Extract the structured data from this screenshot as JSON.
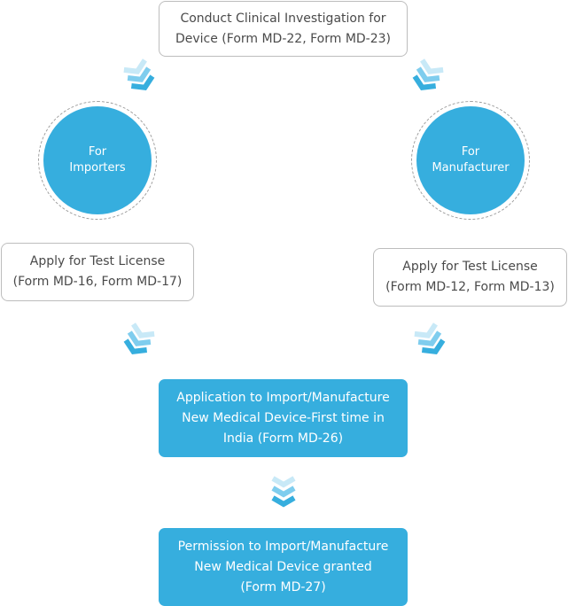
{
  "steps": {
    "clinical": {
      "line1": "Conduct Clinical Investigation for",
      "line2": "Device (Form MD-22, Form MD-23)"
    },
    "importers_circle": {
      "line1": "For",
      "line2": "Importers"
    },
    "manufacturer_circle": {
      "line1": "For",
      "line2": "Manufacturer"
    },
    "test_license_importers": {
      "line1": "Apply for Test License",
      "line2": "(Form MD-16, Form MD-17)"
    },
    "test_license_manufacturer": {
      "line1": "Apply for Test License",
      "line2": "(Form MD-12, Form MD-13)"
    },
    "application": {
      "line1": "Application to Import/Manufacture",
      "line2": "New Medical Device-First time in",
      "line3": "India (Form MD-26)"
    },
    "permission": {
      "line1": "Permission to Import/Manufacture",
      "line2": "New Medical Device granted",
      "line3": "(Form MD-27)"
    }
  },
  "colors": {
    "accent": "#36aede",
    "arrow_light": "#c8e9f7",
    "arrow_mid": "#7fcdee",
    "arrow_dark": "#36aede",
    "border": "#bdbdbd",
    "text": "#4a4a4a"
  },
  "icons": {
    "arrow": "triple-chevron-down-icon"
  }
}
